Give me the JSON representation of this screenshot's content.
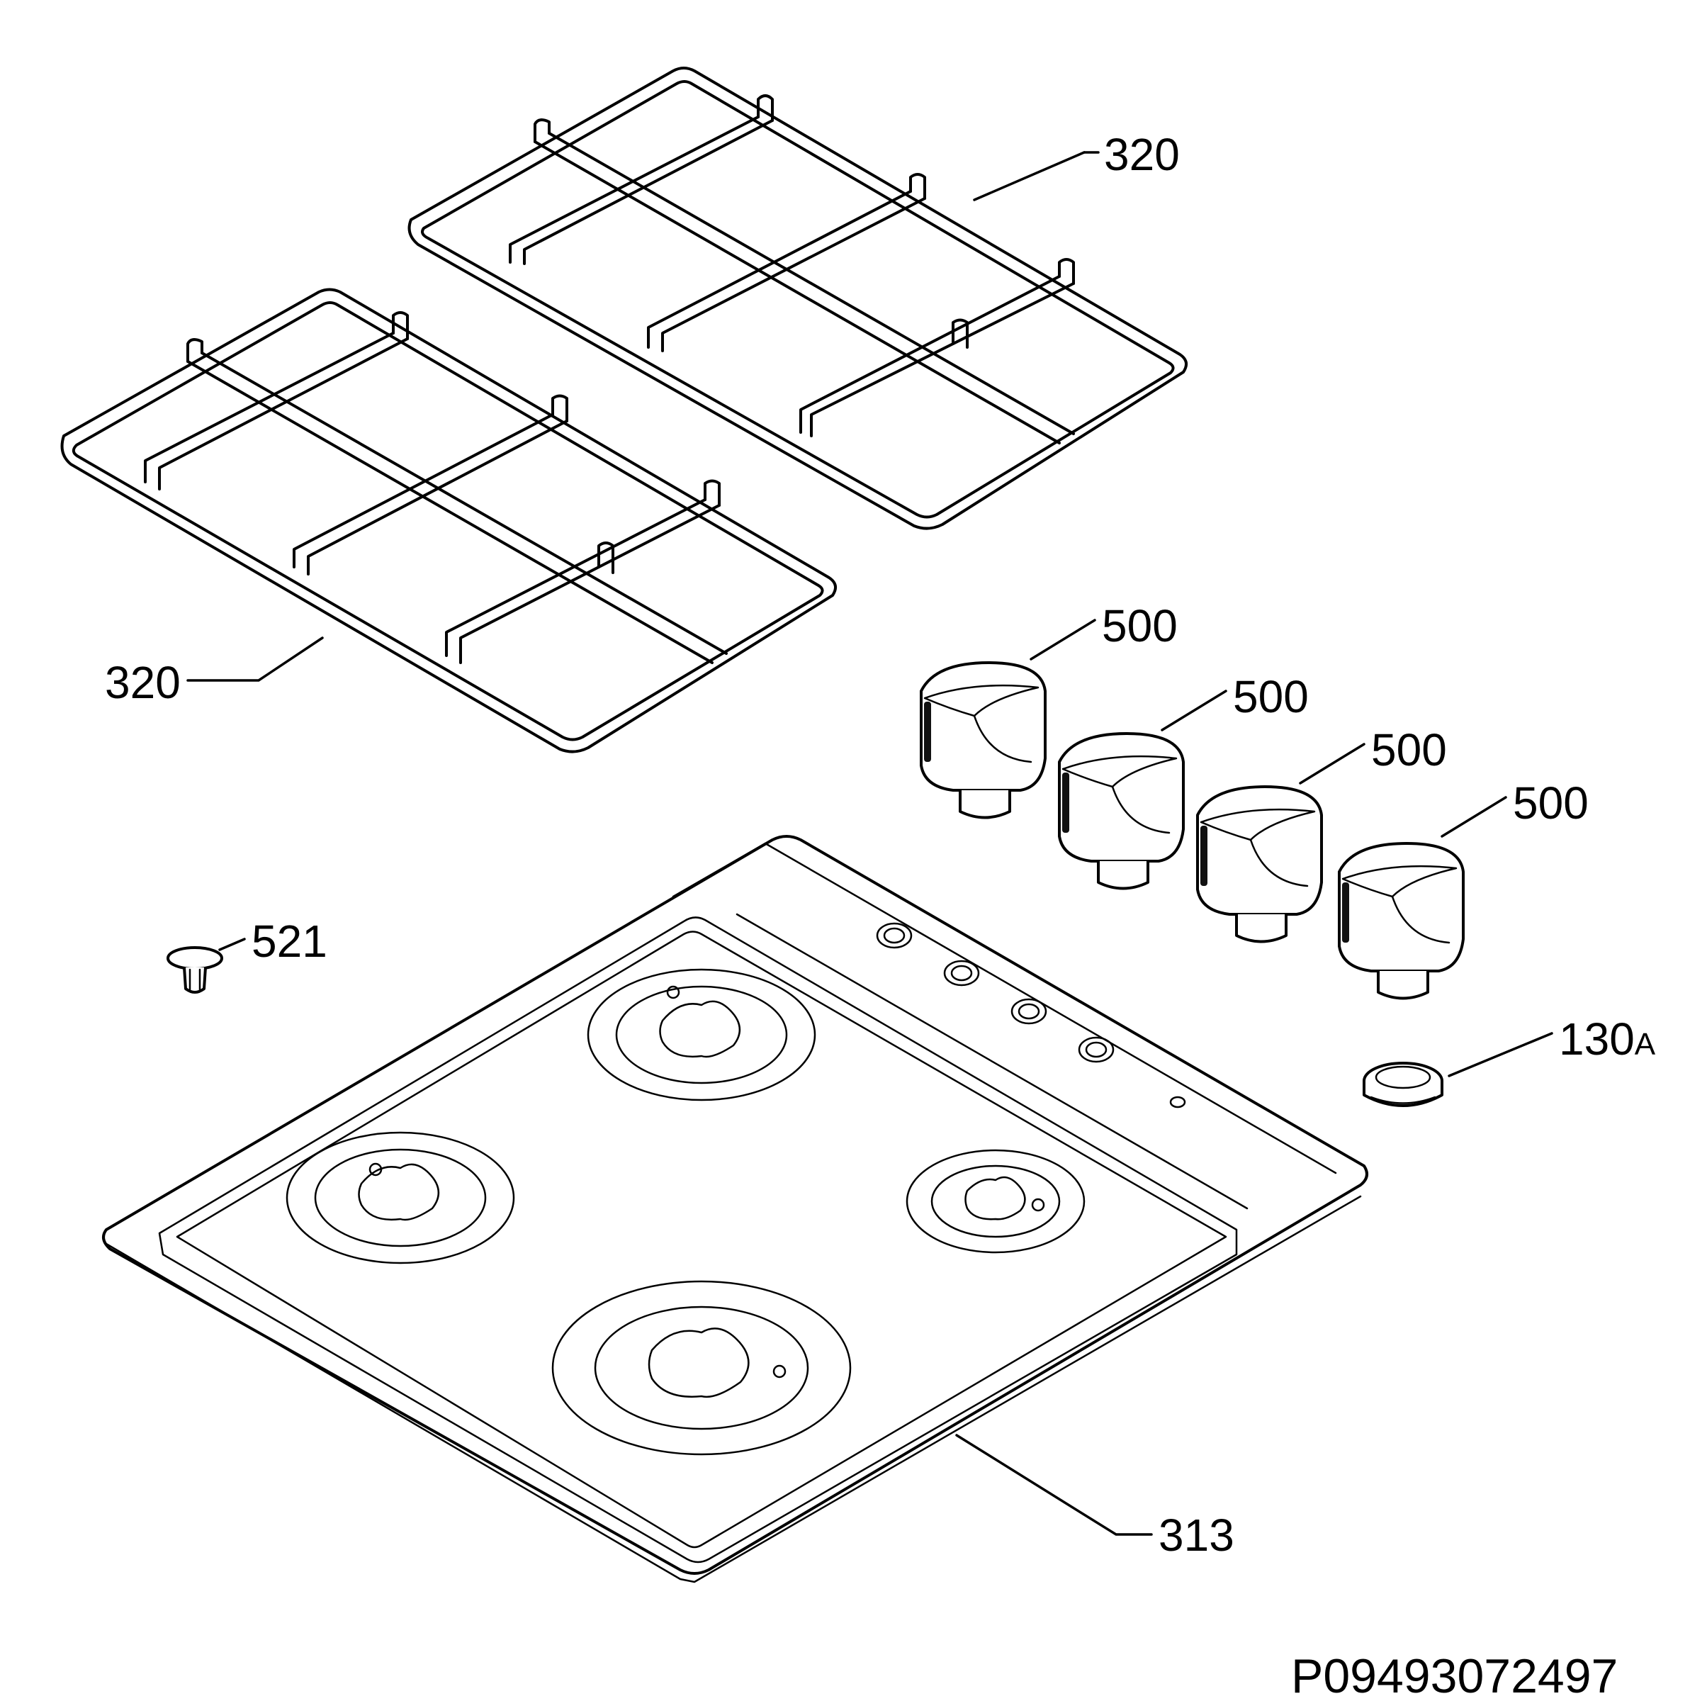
{
  "parts": {
    "grate_back": {
      "callout": "320"
    },
    "grate_front": {
      "callout": "320"
    },
    "knob_1": {
      "callout": "500"
    },
    "knob_2": {
      "callout": "500"
    },
    "knob_3": {
      "callout": "500"
    },
    "knob_4": {
      "callout": "500"
    },
    "plug": {
      "callout": "521"
    },
    "grommet": {
      "callout_main": "130",
      "callout_suffix": "A"
    },
    "hob_top": {
      "callout": "313"
    }
  },
  "drawing_number": "P09493072497"
}
